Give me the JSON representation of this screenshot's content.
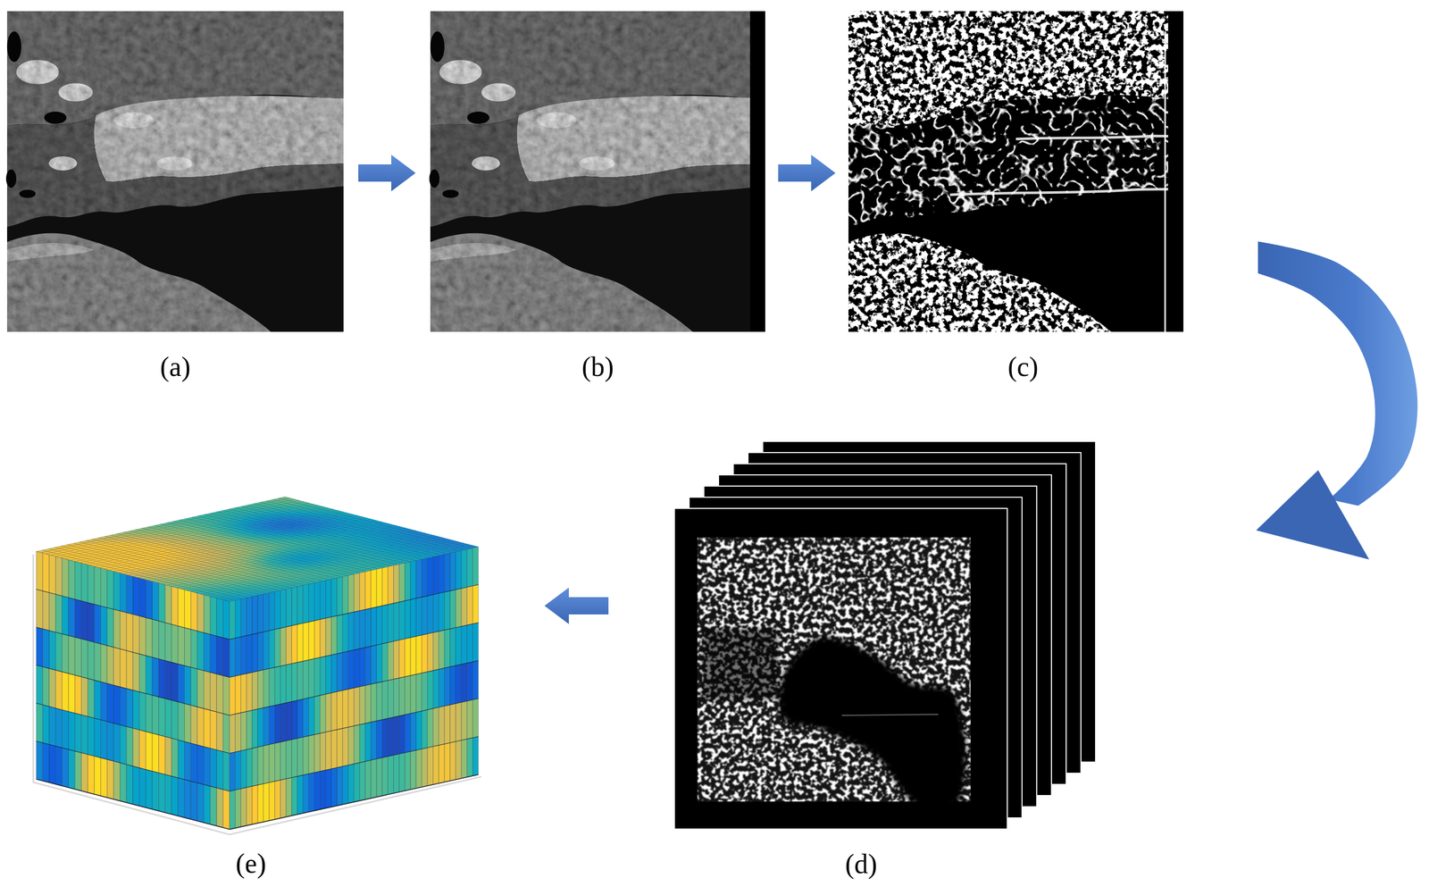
{
  "diagram": {
    "nodes": [
      {
        "text": [
          "(a)"
        ]
      },
      {
        "text": [
          "(b)"
        ]
      },
      {
        "text": [
          "(c)"
        ]
      },
      {
        "text": [
          "(d)"
        ]
      },
      {
        "text": [
          "(e)"
        ]
      }
    ],
    "edges": [
      {
        "from": 0,
        "to": 1,
        "arrow": "to"
      },
      {
        "from": 1,
        "to": 2,
        "arrow": "to"
      },
      {
        "from": 2,
        "to": 3,
        "arrow": "to"
      },
      {
        "from": 3,
        "to": 4,
        "arrow": "to"
      }
    ]
  }
}
